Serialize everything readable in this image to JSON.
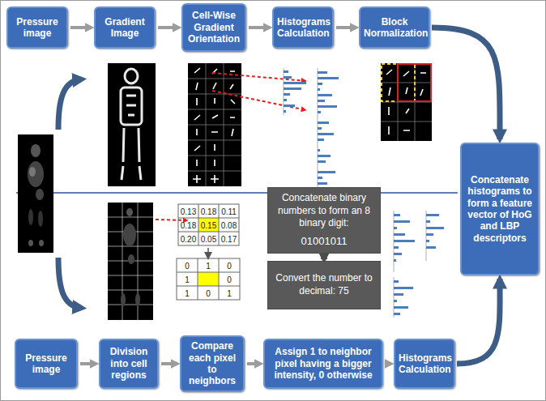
{
  "diagram": {
    "nodes": [
      {
        "text": [
          "Pressure image"
        ]
      },
      {
        "text": [
          "Gradient Image"
        ]
      },
      {
        "text": [
          "Cell-Wise Gradient Orientation"
        ]
      },
      {
        "text": [
          "Histograms Calculation"
        ]
      },
      {
        "text": [
          "Block Normalization"
        ]
      },
      {
        "text": [
          "Concatenate histograms to form a feature vector of HoG and LBP descriptors"
        ]
      },
      {
        "text": [
          "Concatenate binary numbers to form an 8 binary digit:",
          "01001011"
        ]
      },
      {
        "text": [
          "Convert the number to decimal: 75"
        ]
      },
      {
        "text": [
          "Pressure image"
        ]
      },
      {
        "text": [
          "Division into cell regions"
        ]
      },
      {
        "text": [
          "Compare each pixel to neighbors"
        ]
      },
      {
        "text": [
          "Assign 1 to neighbor pixel having a bigger intensity, 0 otherwise"
        ]
      },
      {
        "text": [
          "Histograms Calculation"
        ]
      }
    ],
    "edges": [
      {
        "from": 0,
        "to": 1,
        "arrow": "to"
      },
      {
        "from": 1,
        "to": 2,
        "arrow": "to"
      },
      {
        "from": 2,
        "to": 3,
        "arrow": "to"
      },
      {
        "from": 3,
        "to": 4,
        "arrow": "to"
      },
      {
        "from": 4,
        "to": 5,
        "arrow": "to"
      },
      {
        "from": 8,
        "to": 9,
        "arrow": "to"
      },
      {
        "from": 9,
        "to": 10,
        "arrow": "to"
      },
      {
        "from": 10,
        "to": 11,
        "arrow": "to"
      },
      {
        "from": 11,
        "to": 12,
        "arrow": "to"
      },
      {
        "from": 12,
        "to": 5,
        "arrow": "to"
      },
      {
        "from": 6,
        "to": 7,
        "arrow": "to"
      }
    ],
    "labels": [
      "0.13",
      "0.18",
      "0.11",
      "0.18",
      "0.15",
      "0.08",
      "0.20",
      "0.05",
      "0.17",
      "0",
      "1",
      "0",
      "1",
      "0",
      "1",
      "0",
      "1"
    ]
  }
}
